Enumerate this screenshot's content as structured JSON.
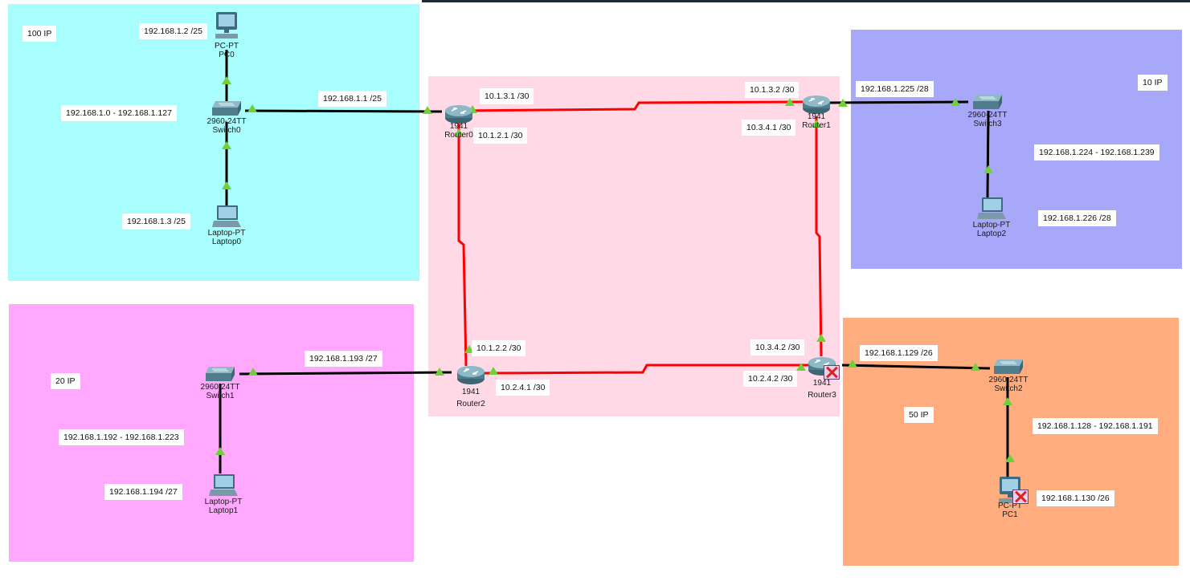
{
  "zones": {
    "colors": {
      "cyan": "#a8fdfd",
      "purple": "#a8a8fb",
      "pink": "#ffd9e6",
      "magenta": "#ffa8fd",
      "orange": "#ffad7f"
    }
  },
  "labels": {
    "ip100": "100 IP",
    "ip10": "10 IP",
    "ip20": "20 IP",
    "ip50": "50 IP",
    "pc0_ip": "192.168.1.2 /25",
    "range0": "192.168.1.0 - 192.168.1.127",
    "r0_lan": "192.168.1.1 /25",
    "laptop0_ip": "192.168.1.3 /25",
    "r0_r1": "10.1.3.1 /30",
    "r0_r2": "10.1.2.1 /30",
    "r1_r0": "10.1.3.2 /30",
    "r1_r3": "10.3.4.1 /30",
    "r1_lan": "192.168.1.225 /28",
    "range3": "192.168.1.224 - 192.168.1.239",
    "laptop2_ip": "192.168.1.226 /28",
    "r2_lan": "192.168.1.193 /27",
    "range1": "192.168.1.192 - 192.168.1.223",
    "laptop1_ip": "192.168.1.194 /27",
    "r2_r0": "10.1.2.2 /30",
    "r2_r3": "10.2.4.1 /30",
    "r3_r1": "10.3.4.2 /30",
    "r3_r2": "10.2.4.2 /30",
    "r3_lan": "192.168.1.129 /26",
    "range2": "192.168.1.128 - 192.168.1.191",
    "pc1_ip": "192.168.1.130 /26"
  },
  "devices": {
    "pc0": {
      "model": "PC-PT",
      "name": "PC0"
    },
    "switch0": {
      "model": "2960-24TT",
      "name": "Switch0"
    },
    "laptop0": {
      "model": "Laptop-PT",
      "name": "Laptop0"
    },
    "router0": {
      "model": "1941",
      "name": "Router0"
    },
    "router1": {
      "model": "1941",
      "name": "Router1"
    },
    "switch3": {
      "model": "2960-24TT",
      "name": "Switch3"
    },
    "laptop2": {
      "model": "Laptop-PT",
      "name": "Laptop2"
    },
    "switch1": {
      "model": "2960-24TT",
      "name": "Switch1"
    },
    "laptop1": {
      "model": "Laptop-PT",
      "name": "Laptop1"
    },
    "router2": {
      "model": "1941",
      "name": "Router2"
    },
    "router3": {
      "model": "1941",
      "name": "Router3"
    },
    "switch2": {
      "model": "2960-24TT",
      "name": "Switch2"
    },
    "pc1": {
      "model": "PC-PT",
      "name": "PC1"
    }
  },
  "colors": {
    "serial_link": "#ff0000",
    "ethernet_link": "#000000",
    "link_up": "#6fd13a",
    "router_body": "#5e8a9a",
    "switch_body": "#5b8c9c"
  },
  "icons": {
    "router": "router-icon",
    "switch": "switch-icon",
    "pc": "pc-icon",
    "laptop": "laptop-icon",
    "pdu_error": "x-mark-icon"
  }
}
